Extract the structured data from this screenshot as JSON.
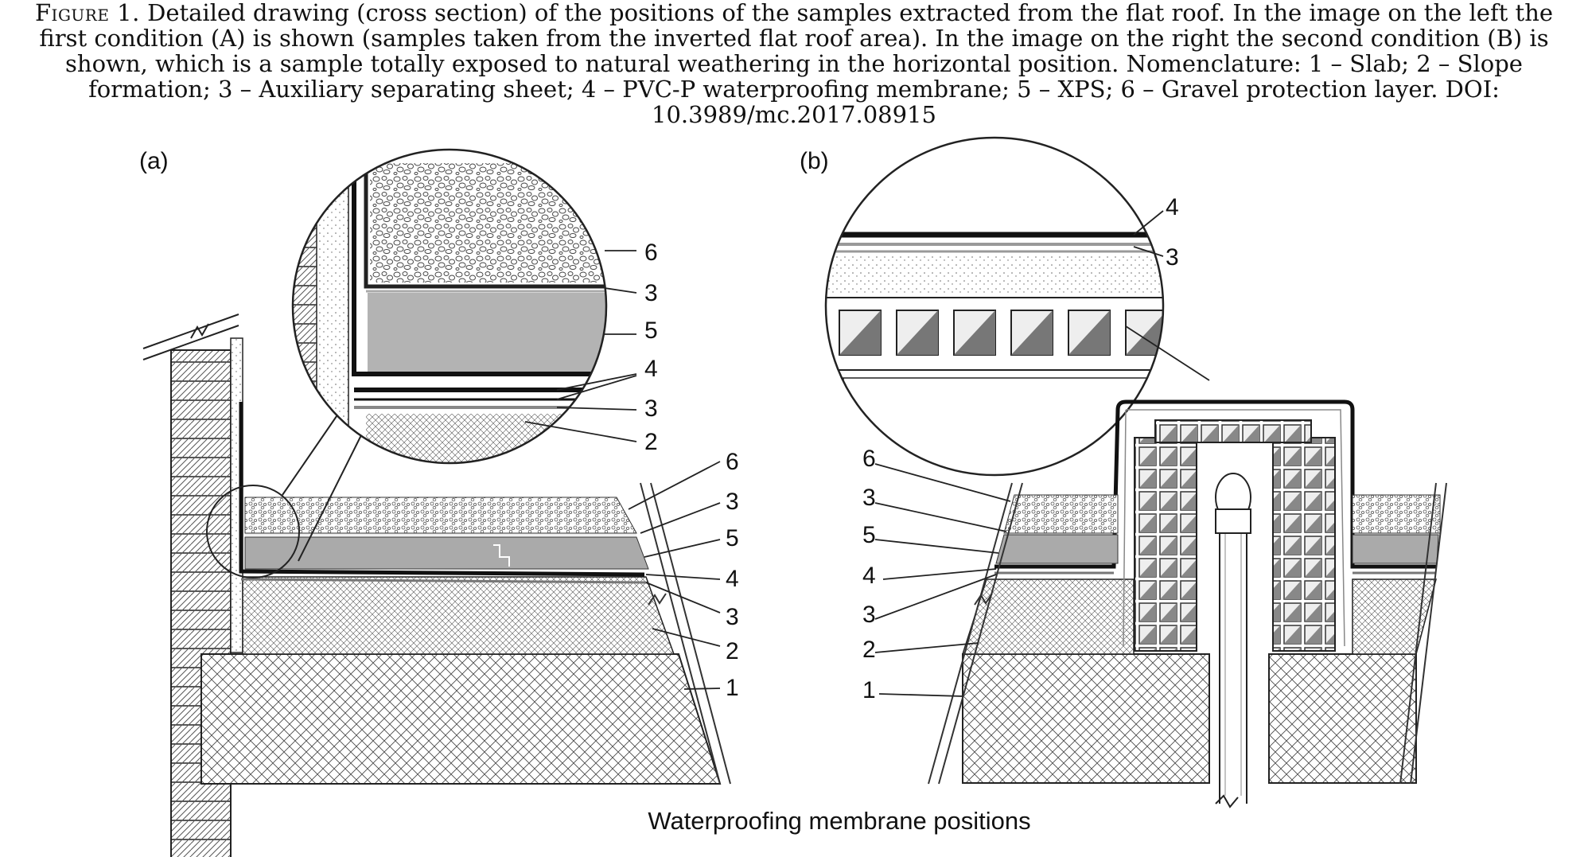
{
  "caption": {
    "lead": "Figure 1.",
    "text": "Detailed drawing (cross section) of the positions of the samples extracted from the flat roof. In the image on the left the first condition (A) is shown (samples taken from the inverted flat roof area). In the image on the right the second condition (B) is shown, which is a sample totally exposed to natural weathering in the horizontal position. Nomenclature: 1 – Slab; 2 – Slope formation; 3 – Auxiliary separating sheet; 4 – PVC-P waterproofing membrane; 5 – XPS; 6 – Gravel protection layer. DOI: 10.3989/mc.2017.08915"
  },
  "panel_a": {
    "tag": "(a)",
    "detail_labels": [
      "6",
      "3",
      "5",
      "4",
      "3",
      "2"
    ],
    "section_labels": [
      "6",
      "3",
      "5",
      "4",
      "3",
      "2",
      "1"
    ]
  },
  "panel_b": {
    "tag": "(b)",
    "detail_labels": [
      "4",
      "3"
    ],
    "section_labels": [
      "6",
      "3",
      "5",
      "4",
      "3",
      "2",
      "1"
    ]
  },
  "bottom_caption": "Waterproofing membrane positions"
}
